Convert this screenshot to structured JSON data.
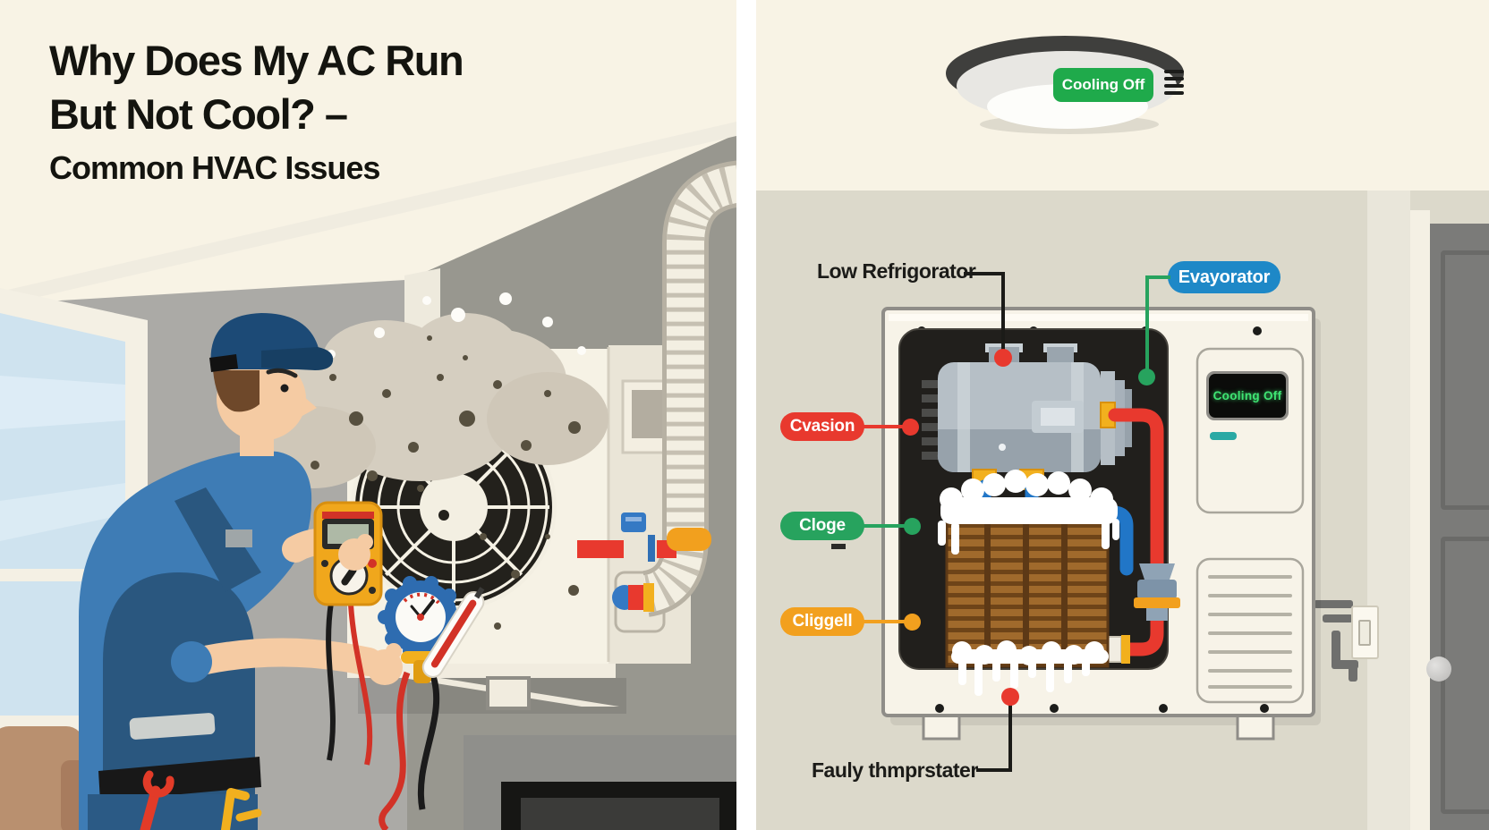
{
  "header": {
    "title_line1": "Why Does My AC Run",
    "title_line2": "But Not Cool? –",
    "title_line3": "Common HVAC Issues"
  },
  "thermostat": {
    "status_label": "Cooling Off"
  },
  "unit_display": {
    "status_text": "Cooling Off"
  },
  "callouts": {
    "low_refrigerant": {
      "label": "Low Refrigorator",
      "color": "#1b1b18"
    },
    "evaporator": {
      "label": "Evayorator",
      "color": "#1e88c7"
    },
    "compressor_issue": {
      "label": "Cvasion",
      "color": "#e8392e"
    },
    "clogged_filter": {
      "label": "Cloge",
      "color": "#27a35e"
    },
    "frozen_coil": {
      "label": "Cliggell",
      "color": "#f2a01e"
    },
    "faulty_thermostat": {
      "label": "Fauly thmprstater",
      "color": "#1b1b18"
    }
  },
  "colors": {
    "accent_red": "#e8392e",
    "accent_green": "#27a35e",
    "accent_orange": "#f2a01e",
    "accent_blue": "#1e88c7",
    "thermostat_green": "#1faa4b",
    "lcd_green": "#3fe573",
    "background_cream": "#f8f3e5",
    "wall_gray": "#dcd9cb"
  }
}
